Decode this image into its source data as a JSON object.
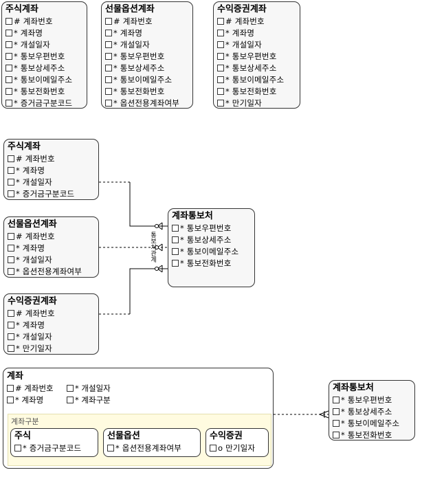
{
  "top_row": [
    {
      "title": "주식계좌",
      "attrs": [
        "# 계좌번호",
        "* 계좌명",
        "* 개설일자",
        "* 통보우편번호",
        "* 통보상세주소",
        "* 통보이메일주소",
        "* 통보전화번호",
        "* 증거금구분코드"
      ]
    },
    {
      "title": "선물옵션계좌",
      "attrs": [
        "# 계좌번호",
        "* 계좌명",
        "* 개설일자",
        "* 통보우편번호",
        "* 통보상세주소",
        "* 통보이메일주소",
        "* 통보전화번호",
        "* 옵션전용계좌여부"
      ]
    },
    {
      "title": "수익증권계좌",
      "attrs": [
        "# 계좌번호",
        "* 계좌명",
        "* 개설일자",
        "* 통보우편번호",
        "* 통보상세주소",
        "* 통보이메일주소",
        "* 통보전화번호",
        "* 만기일자"
      ]
    }
  ],
  "middle": {
    "accounts": [
      {
        "title": "주식계좌",
        "attrs": [
          "# 계좌번호",
          "* 계좌명",
          "* 개설일자",
          "* 증거금구분코드"
        ]
      },
      {
        "title": "선물옵션계좌",
        "attrs": [
          "# 계좌번호",
          "* 계좌명",
          "* 개설일자",
          "* 옵션전용계좌여부"
        ]
      },
      {
        "title": "수익증권계좌",
        "attrs": [
          "# 계좌번호",
          "* 계좌명",
          "* 개설일자",
          "* 만기일자"
        ]
      }
    ],
    "notice": {
      "title": "계좌통보처",
      "attrs": [
        "* 통보우편번호",
        "* 통보상세주소",
        "* 통보이메일주소",
        "* 통보전화번호"
      ]
    },
    "relation_label": "통보처관계"
  },
  "bottom": {
    "super": {
      "title": "계좌",
      "attrs_left": [
        "# 계좌번호",
        "* 계좌명"
      ],
      "attrs_right": [
        "* 개설일자",
        "* 계좌구분"
      ],
      "subtype_label": "계좌구분",
      "subtypes": [
        {
          "title": "주식",
          "attr": "* 증거금구분코드"
        },
        {
          "title": "선물옵션",
          "attr": "* 옵션전용계좌여부"
        },
        {
          "title": "수익증권",
          "attr": "o 만기일자"
        }
      ]
    },
    "notice": {
      "title": "계좌통보처",
      "attrs": [
        "* 통보우편번호",
        "* 통보상세주소",
        "* 통보이메일주소",
        "* 통보전화번호"
      ]
    }
  }
}
